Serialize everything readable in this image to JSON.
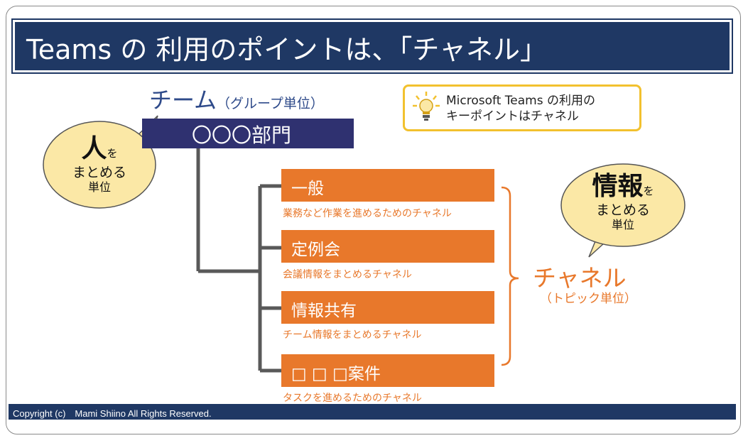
{
  "title": "Teams の 利用のポイントは、「チャネル」",
  "team": {
    "label": "チーム",
    "sub": "（グループ単位）"
  },
  "tip": {
    "line1": "Microsoft Teams の利用の",
    "line2": "キーポイントはチャネル"
  },
  "department": "〇〇〇部門",
  "bubble_left": {
    "big": "人",
    "small": "を",
    "line2": "まとめる",
    "line3": "単位"
  },
  "bubble_right": {
    "big": "情報",
    "small": "を",
    "line2": "まとめる",
    "line3": "単位"
  },
  "channels": [
    {
      "name": "一般",
      "desc": "業務など作業を進めるためのチャネル"
    },
    {
      "name": "定例会",
      "desc": "会議情報をまとめるチャネル"
    },
    {
      "name": "情報共有",
      "desc": "チーム情報をまとめるチャネル"
    },
    {
      "name": "□ □ □案件",
      "desc": "タスクを進めるためのチャネル"
    }
  ],
  "channel_group": {
    "label": "チャネル",
    "sub": "（トピック単位）"
  },
  "footer": "Copyright (c)　Mami Shiino  All Rights Reserved.",
  "colors": {
    "navy": "#1f3864",
    "dept": "#2f3170",
    "orange": "#e8782b",
    "bubble": "#fbe8a6",
    "tip_border": "#f2c12e"
  },
  "icons": {
    "tip": "lightbulb-icon"
  }
}
